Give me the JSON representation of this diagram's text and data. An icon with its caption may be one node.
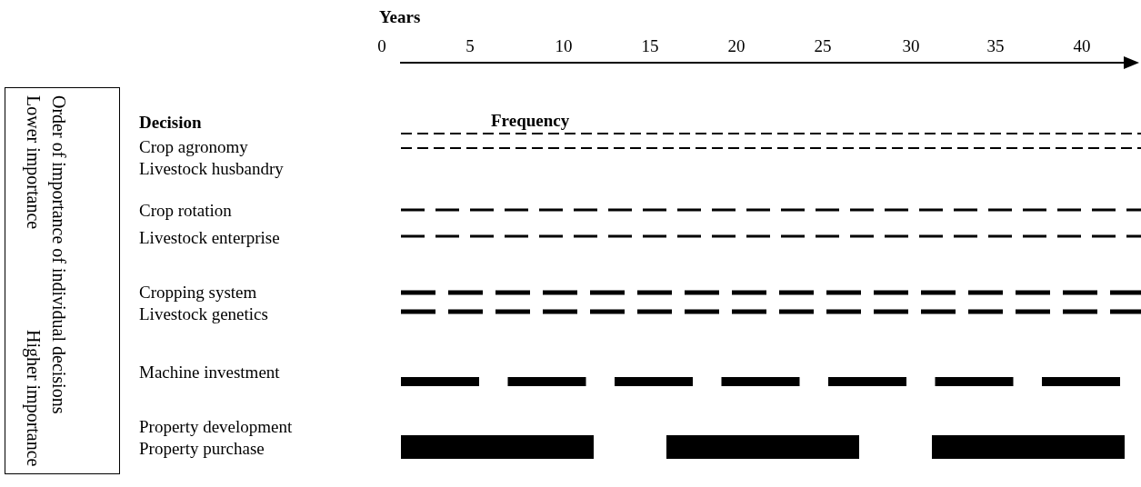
{
  "diagram": {
    "nodes": [
      {
        "text": [
          "Order of importance of individual decisions",
          "Lower importance",
          "Higher importance"
        ]
      }
    ],
    "labels": [
      "Years",
      "0",
      "5",
      "10",
      "15",
      "20",
      "25",
      "30",
      "35",
      "40",
      "Decision",
      "Frequency",
      "Crop agronomy",
      "Livestock husbandry",
      "Crop rotation",
      "Livestock enterprise",
      "Cropping system",
      "Livestock genetics",
      "Machine investment",
      "Property development",
      "Property purchase"
    ]
  }
}
